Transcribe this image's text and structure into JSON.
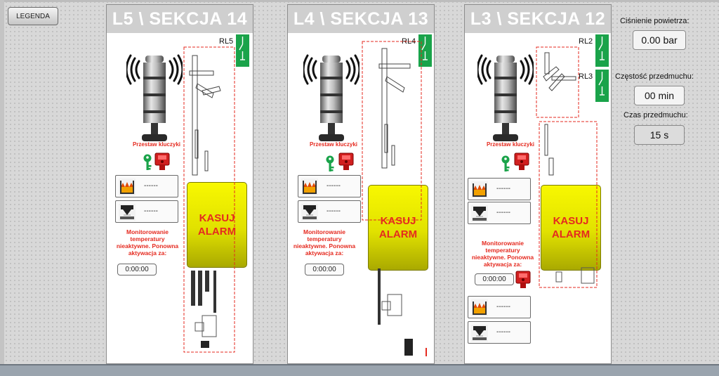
{
  "legend_button": "LEGENDA",
  "sections": [
    {
      "title": "L5 \\ SEKCJA 14",
      "rl": [
        "RL5"
      ],
      "keys_label": "Przestaw kluczyki",
      "sensors": [
        {
          "icon": "furnace-temp-icon",
          "value": "------"
        },
        {
          "icon": "press-icon",
          "value": "------"
        }
      ],
      "monitoring_text": "Monitorowanie temperatury nieaktywne. Ponowna aktywacja za:",
      "timer": "0:00:00",
      "reset_label": "KASUJ ALARM"
    },
    {
      "title": "L4 \\ SEKCJA 13",
      "rl": [
        "RL4"
      ],
      "keys_label": "Przestaw kluczyki",
      "sensors": [
        {
          "icon": "furnace-temp-icon",
          "value": "------"
        },
        {
          "icon": "press-icon",
          "value": "------"
        }
      ],
      "monitoring_text": "Monitorowanie temperatury nieaktywne. Ponowna aktywacja za:",
      "timer": "0:00:00",
      "reset_label": "KASUJ ALARM"
    },
    {
      "title": "L3 \\ SEKCJA 12",
      "rl": [
        "RL2",
        "RL3"
      ],
      "keys_label": "Przestaw kluczyki",
      "sensors": [
        {
          "icon": "furnace-temp-icon",
          "value": "------"
        },
        {
          "icon": "press-icon",
          "value": "------"
        }
      ],
      "monitoring_text": "Monitorowanie temperatury nieaktywne. Ponowna aktywacja za:",
      "timer": "0:00:00",
      "reset_label": "KASUJ ALARM"
    }
  ],
  "air": {
    "pressure_label": "Ciśnienie powietrza:",
    "pressure_value": "0.00 bar",
    "blow_frequency_label": "Częstość przedmuchu:",
    "blow_frequency_value": "00 min",
    "blow_time_label": "Czas przedmuchu:",
    "blow_time_value": "15 s"
  },
  "colors": {
    "accent_green": "#1aa34a",
    "alarm_red": "#e52a1f",
    "reset_yellow": "#e8e800",
    "title_grey": "#cfcfcf"
  }
}
